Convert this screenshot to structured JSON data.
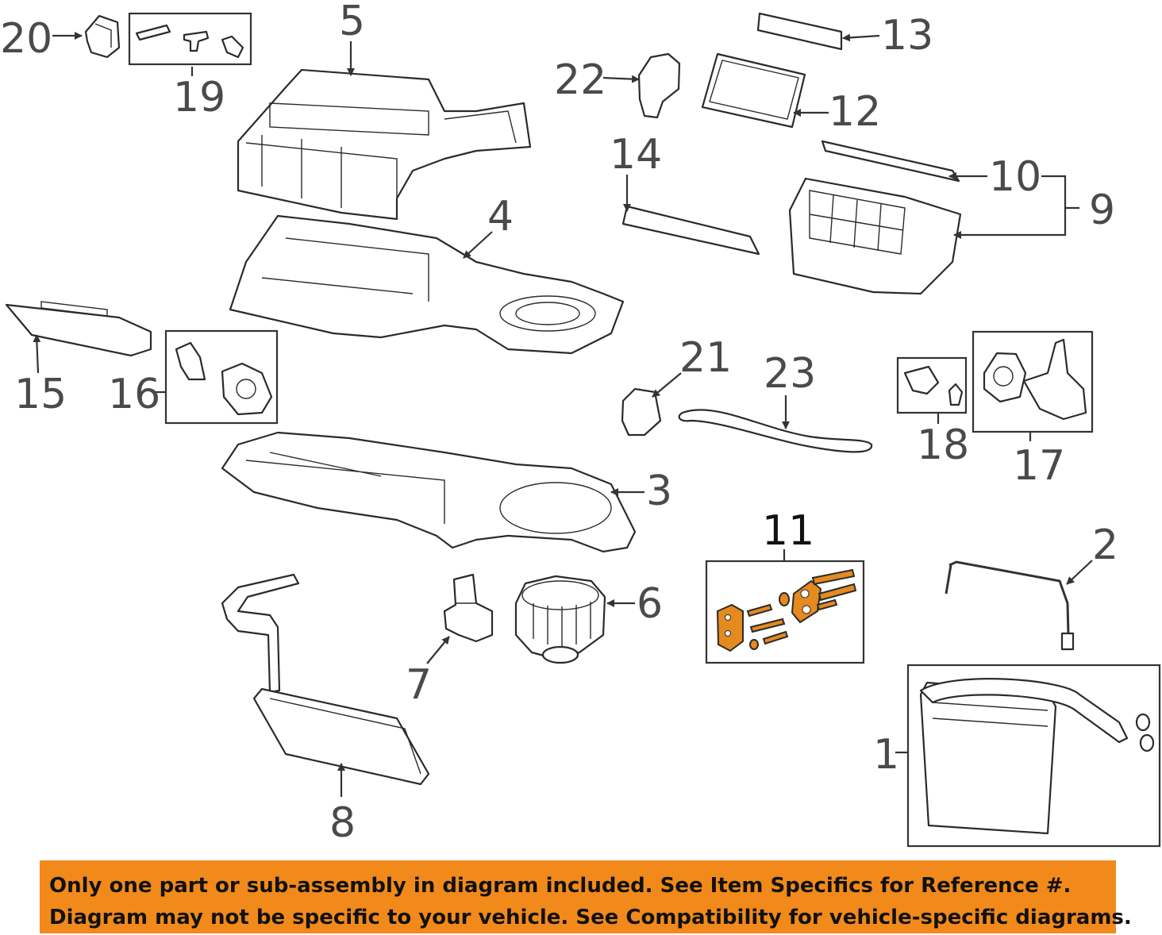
{
  "callouts": {
    "c1": "1",
    "c2": "2",
    "c3": "3",
    "c4": "4",
    "c5": "5",
    "c6": "6",
    "c7": "7",
    "c8": "8",
    "c9": "9",
    "c10": "10",
    "c11": "11",
    "c12": "12",
    "c13": "13",
    "c14": "14",
    "c15": "15",
    "c16": "16",
    "c17": "17",
    "c18": "18",
    "c19": "19",
    "c20": "20",
    "c21": "21",
    "c22": "22",
    "c23": "23"
  },
  "highlighted_part": "11",
  "colors": {
    "highlight": "#e58a1f",
    "banner": "#f28a1b",
    "line": "#2b2b2b",
    "text": "#4a4a4a"
  },
  "banner": {
    "line1": "Only one part or sub-assembly in diagram included. See Item Specifics for Reference #.",
    "line2": "Diagram may not be specific to your vehicle. See Compatibility for vehicle-specific diagrams."
  }
}
